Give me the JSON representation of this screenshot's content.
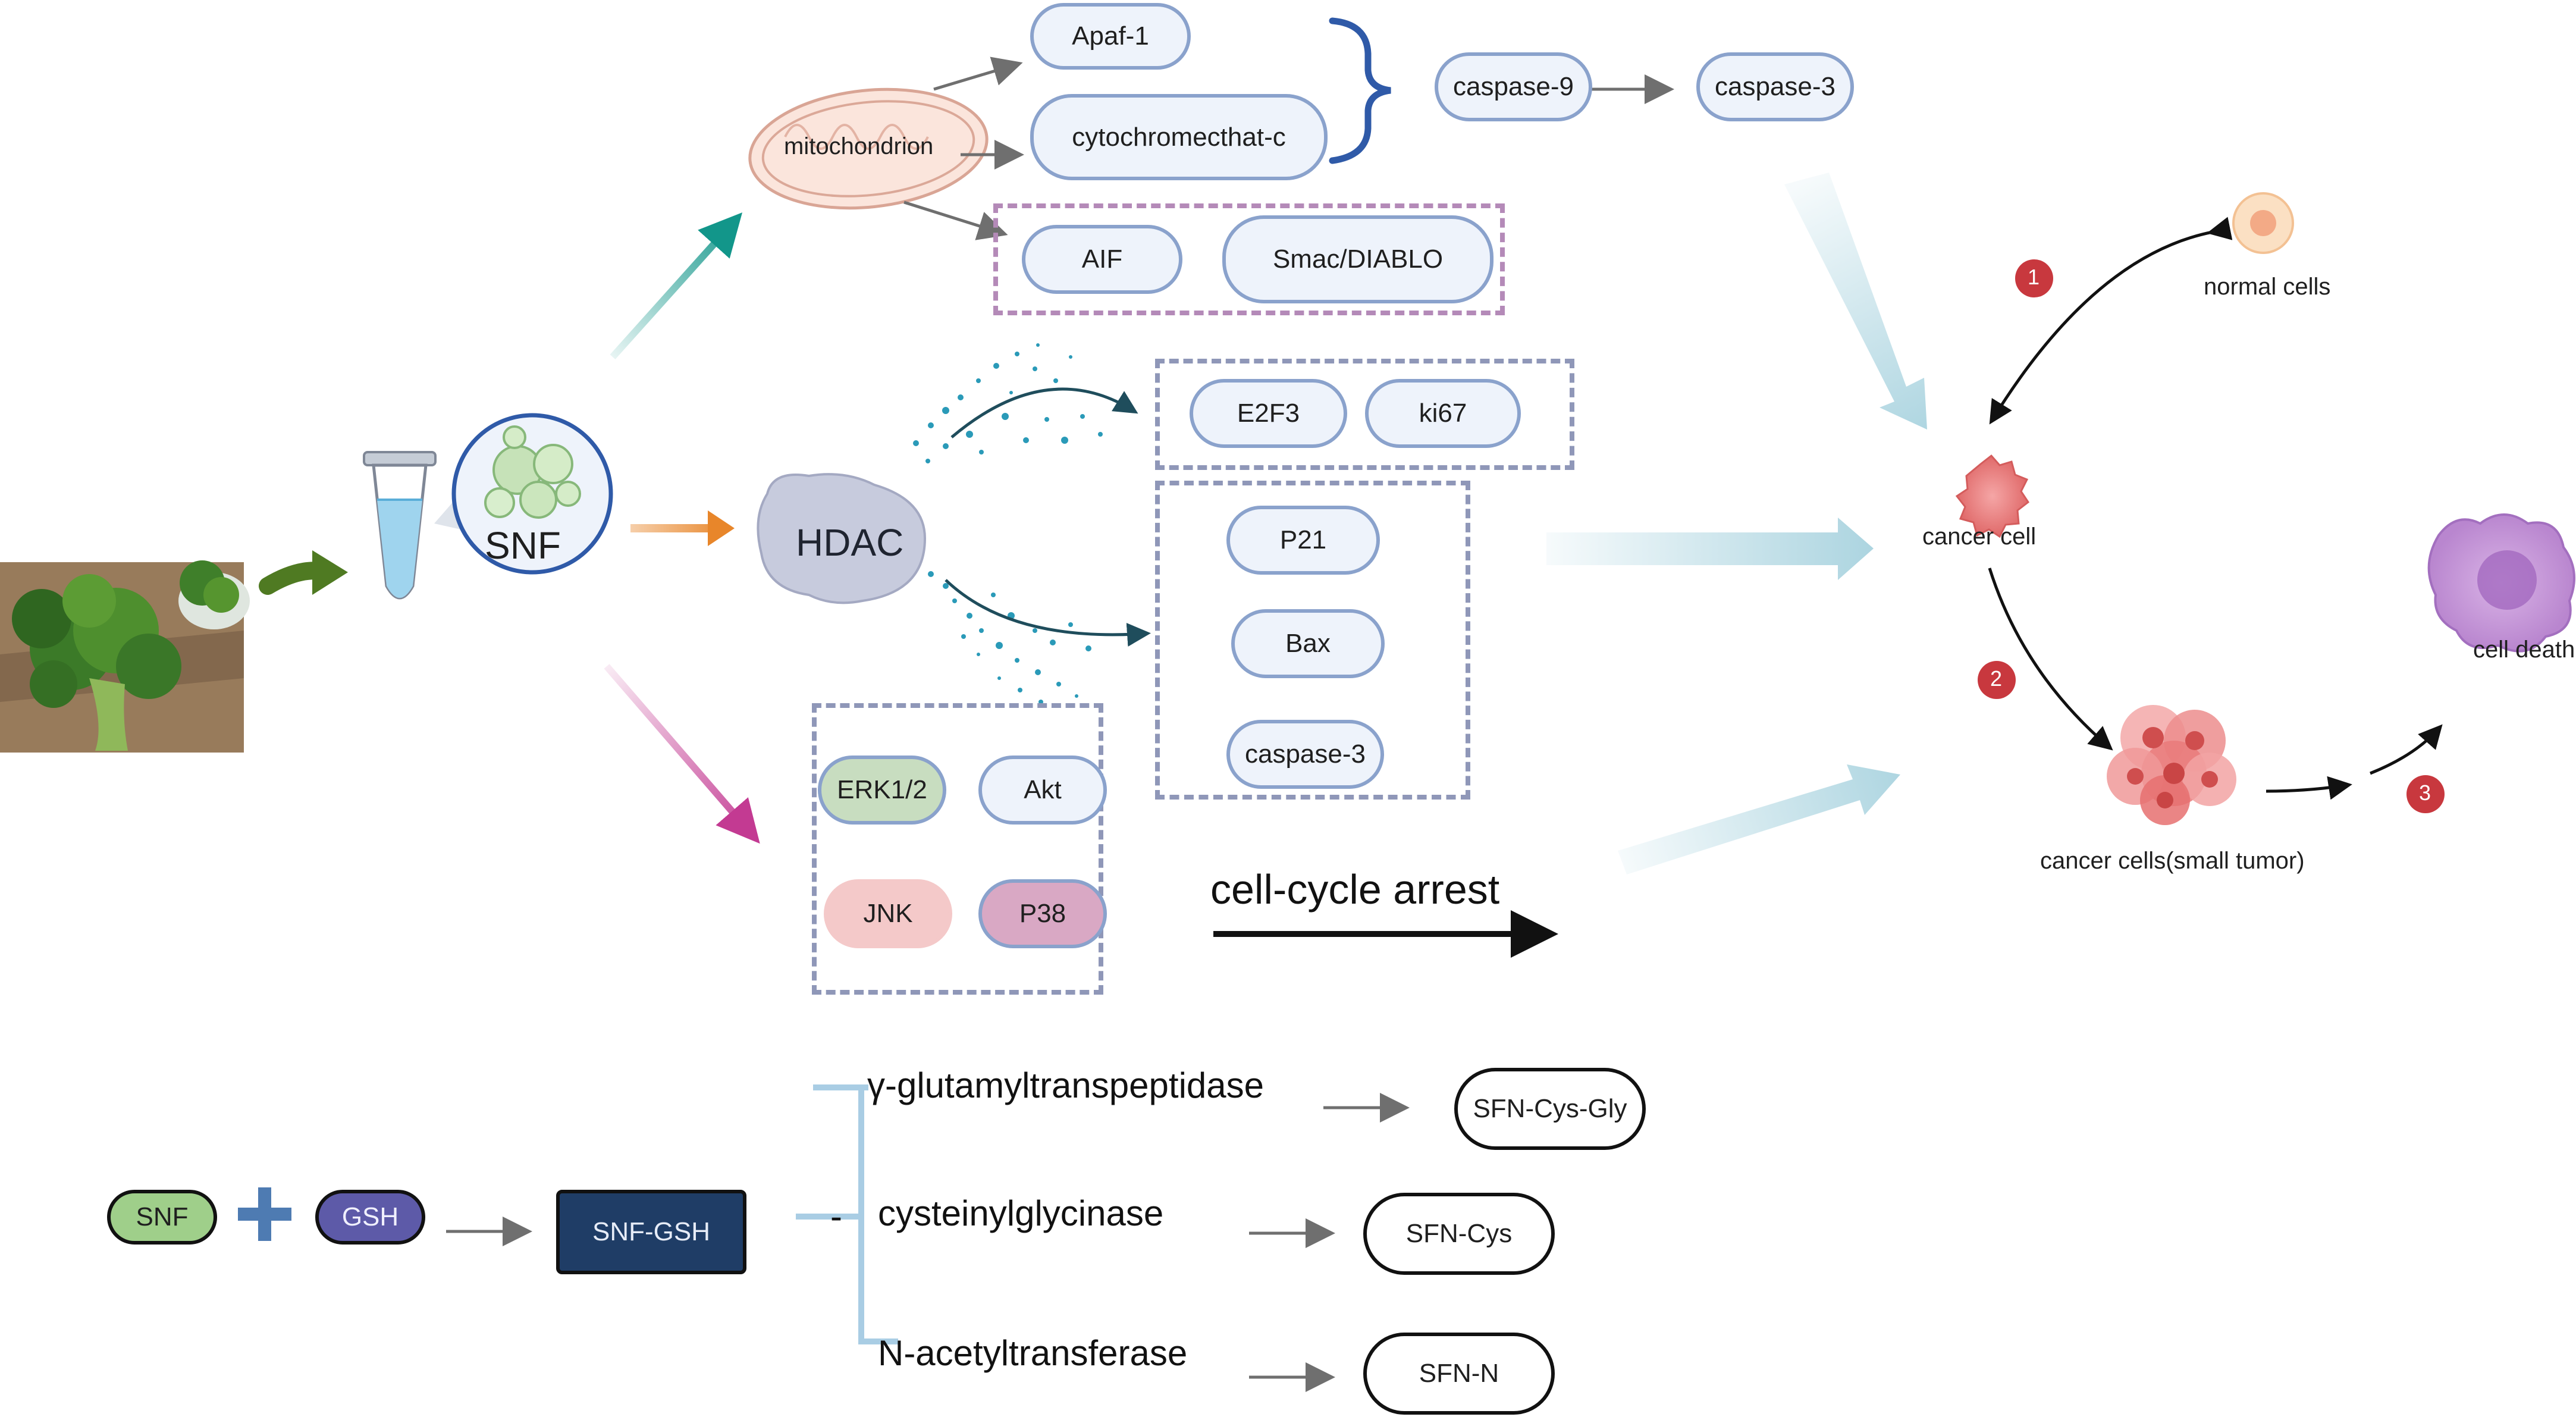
{
  "mitochondrion": {
    "label": "mitochondrion"
  },
  "snf_tube": {
    "label": "SNF"
  },
  "hdac": {
    "label": "HDAC"
  },
  "apoptosis_factors": {
    "apaf1": "Apaf-1",
    "cytochrome": "cytochromecthat-c",
    "aif": "AIF",
    "smac": "Smac/DIABLO",
    "caspase9": "caspase-9",
    "caspase3_top": "caspase-3"
  },
  "gene_targets": {
    "e2f3": "E2F3",
    "ki67": "ki67",
    "p21": "P21",
    "bax": "Bax",
    "caspase3_mid": "caspase-3"
  },
  "mapk": {
    "erk": "ERK1/2",
    "akt": "Akt",
    "jnk": "JNK",
    "p38": "P38"
  },
  "cell_cycle": {
    "label": "cell-cycle arrest"
  },
  "cells": {
    "normal": "normal cells",
    "cancer": "cancer cell",
    "tumor": "cancer cells(small tumor)",
    "death": "cell death",
    "step1": "1",
    "step2": "2",
    "step3": "3"
  },
  "metabolism": {
    "snf": "SNF",
    "gsh": "GSH",
    "conjugate": "SNF-GSH",
    "enzyme1": "γ-glutamyltranspeptidase",
    "enzyme2": "cysteinylglycinase",
    "enzyme3": "N-acetyltransferase",
    "product1": "SFN-Cys-Gly",
    "product2": "SFN-Cys",
    "product3": "SFN-N",
    "dash_mark": "-"
  },
  "colors": {
    "pill_fill": "#eef3fb",
    "pill_border": "#8aa2cc",
    "teal_arrow": "#12968a",
    "orange_arrow": "#e8862a",
    "magenta_arrow": "#c33a92",
    "green_arrow": "#4f7a22",
    "dash_border": "#8f97b8",
    "conjugate_fill": "#1f3d66"
  }
}
